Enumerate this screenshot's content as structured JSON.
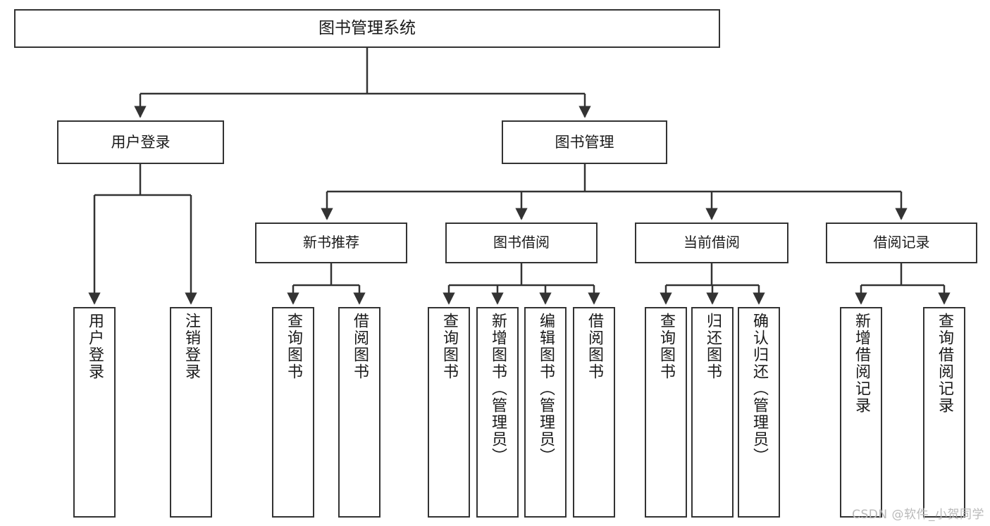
{
  "diagram": {
    "title": "图书管理系统",
    "type": "hierarchy-tree",
    "watermark": "CSDN @软件_小贺同学",
    "colors": {
      "box_border": "#333333",
      "box_fill": "#ffffff",
      "edge": "#333333",
      "text": "#1a1a1a",
      "watermark": "#b9b9b9"
    },
    "nodes": {
      "root": {
        "label": "图书管理系统"
      },
      "level1": [
        {
          "label": "用户登录"
        },
        {
          "label": "图书管理"
        }
      ],
      "level2": [
        {
          "label": "新书推荐"
        },
        {
          "label": "图书借阅"
        },
        {
          "label": "当前借阅"
        },
        {
          "label": "借阅记录"
        }
      ],
      "leaves": {
        "user_login": [
          {
            "label": "用户登录"
          },
          {
            "label": "注销登录"
          }
        ],
        "new_book_recommend": [
          {
            "label": "查询图书"
          },
          {
            "label": "借阅图书"
          }
        ],
        "book_borrow": [
          {
            "label": "查询图书"
          },
          {
            "label": "新增图书（管理员）"
          },
          {
            "label": "编辑图书（管理员）"
          },
          {
            "label": "借阅图书"
          }
        ],
        "current_borrow": [
          {
            "label": "查询图书"
          },
          {
            "label": "归还图书"
          },
          {
            "label": "确认归还（管理员）"
          }
        ],
        "borrow_record": [
          {
            "label": "新增借阅记录"
          },
          {
            "label": "查询借阅记录"
          }
        ]
      }
    }
  }
}
